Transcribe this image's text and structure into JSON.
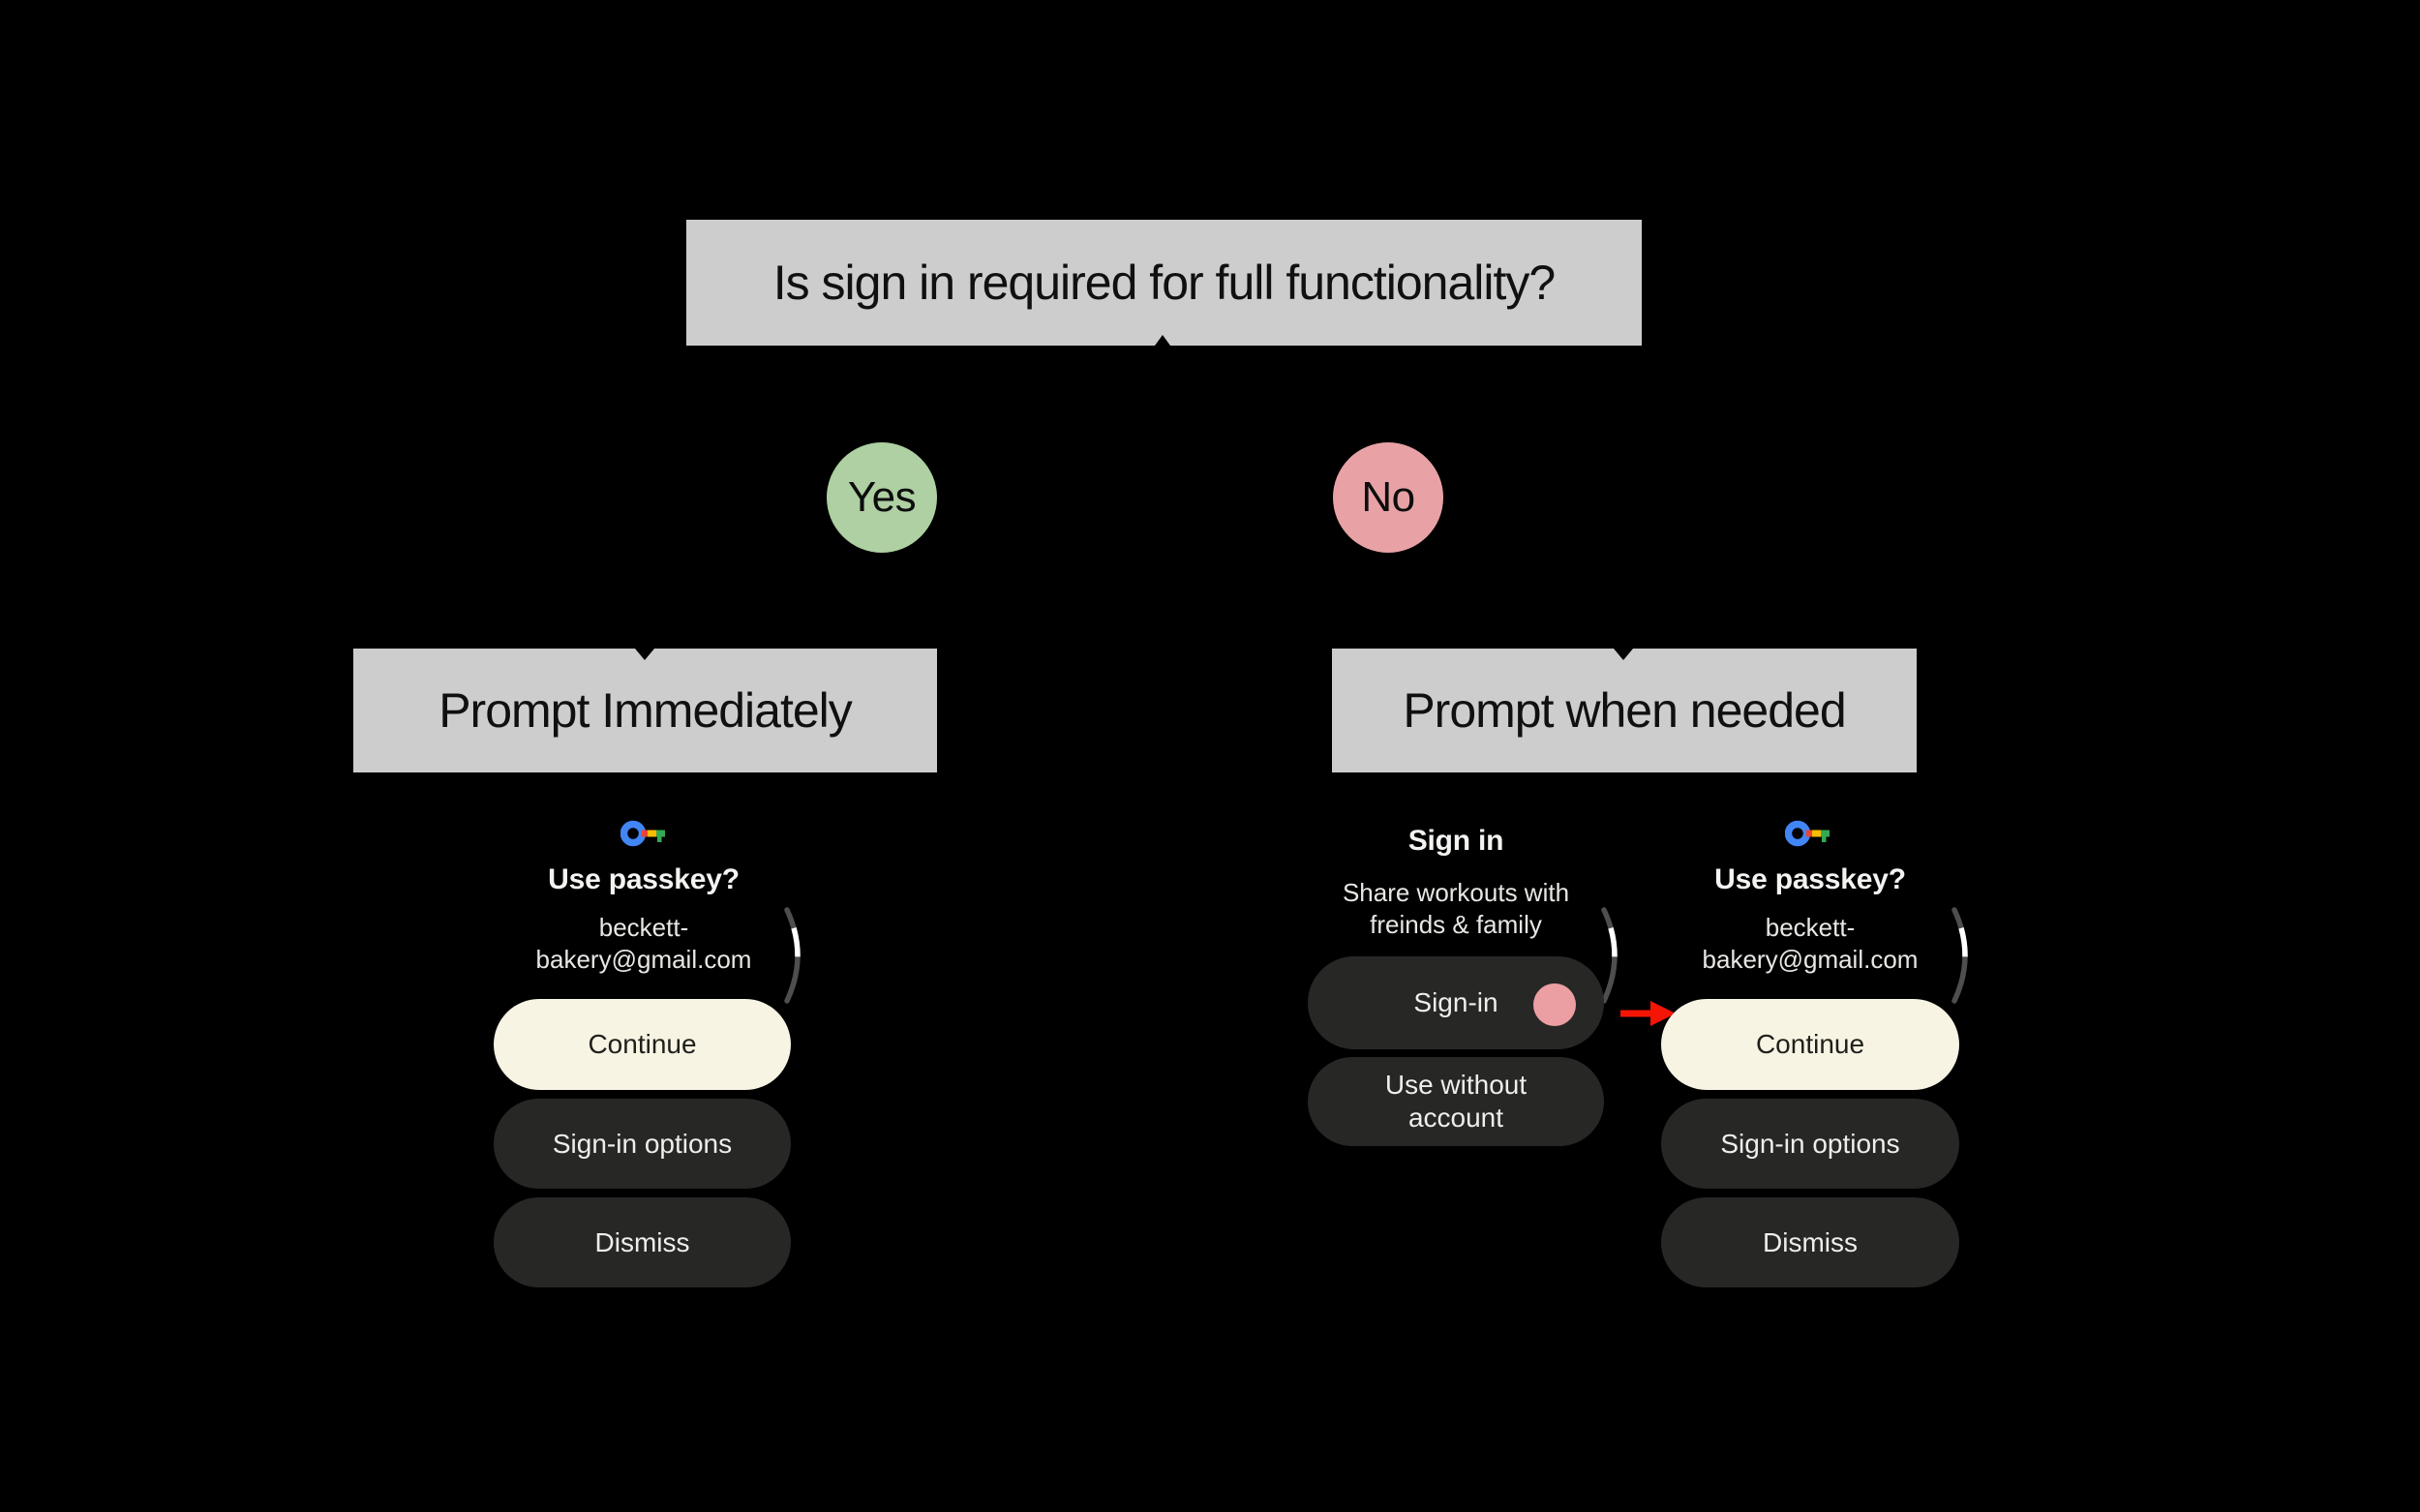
{
  "diagram": {
    "question": "Is sign in required for full functionality?",
    "yes": {
      "label": "Yes",
      "branch_title": "Prompt Immediately"
    },
    "no": {
      "label": "No",
      "branch_title": "Prompt when needed"
    }
  },
  "left_watch": {
    "title": "Use passkey?",
    "email_line1": "beckett-",
    "email_line2": "bakery@gmail.com",
    "continue_label": "Continue",
    "options_label": "Sign-in options",
    "dismiss_label": "Dismiss"
  },
  "signin_watch": {
    "title": "Sign in",
    "caption_line1": "Share workouts with",
    "caption_line2": "freinds & family",
    "signin_label": "Sign-in",
    "use_without_line1": "Use without",
    "use_without_line2": "account"
  },
  "right_watch": {
    "title": "Use passkey?",
    "email_line1": "beckett-",
    "email_line2": "bakery@gmail.com",
    "continue_label": "Continue",
    "options_label": "Sign-in options",
    "dismiss_label": "Dismiss"
  },
  "icons": {
    "passkey": "google-passkey-key-icon",
    "scroll": "scroll-indicator-arc",
    "flow_arrow": "red-arrow-right-icon",
    "tap": "tap-indicator-dot"
  },
  "colors": {
    "background": "#000000",
    "box_gray": "#cdcdcd",
    "yes_green": "#aed0a2",
    "no_pink": "#e8a2a6",
    "cream_button": "#f8f4e4",
    "dark_button": "#272725",
    "tap_pink": "#ec9fa3",
    "arrow_red": "#f51505",
    "key_blue": "#4285f4",
    "key_red": "#ea4335",
    "key_yellow": "#fbbc04",
    "key_green": "#34a853"
  }
}
